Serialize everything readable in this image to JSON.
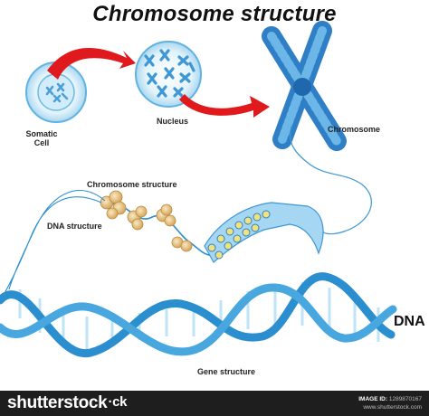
{
  "title": "Chromosome structure",
  "labels": {
    "somatic_cell": [
      "Somatic",
      "Cell"
    ],
    "nucleus": "Nucleus",
    "chromosome": "Chromosome",
    "chromosome_structure": "Chromosome structure",
    "dna_structure": "DNA structure",
    "dna": "DNA",
    "gene_structure": "Gene structure"
  },
  "colors": {
    "dna_blue": "#2b8fcf",
    "light_blue": "#8ecbef",
    "pale_blue": "#d9eef9",
    "chromosome_blue": "#2f7fc6",
    "arrow_red": "#e0191d",
    "nucleosome_tan": "#e8c98a",
    "yellow": "#f3e27a"
  },
  "footer": {
    "brand": "shutterstock",
    "brand_symbol": "·ck",
    "image_id_label": "IMAGE ID:",
    "image_id": "1289870167",
    "site": "www.shutterstock.com"
  }
}
